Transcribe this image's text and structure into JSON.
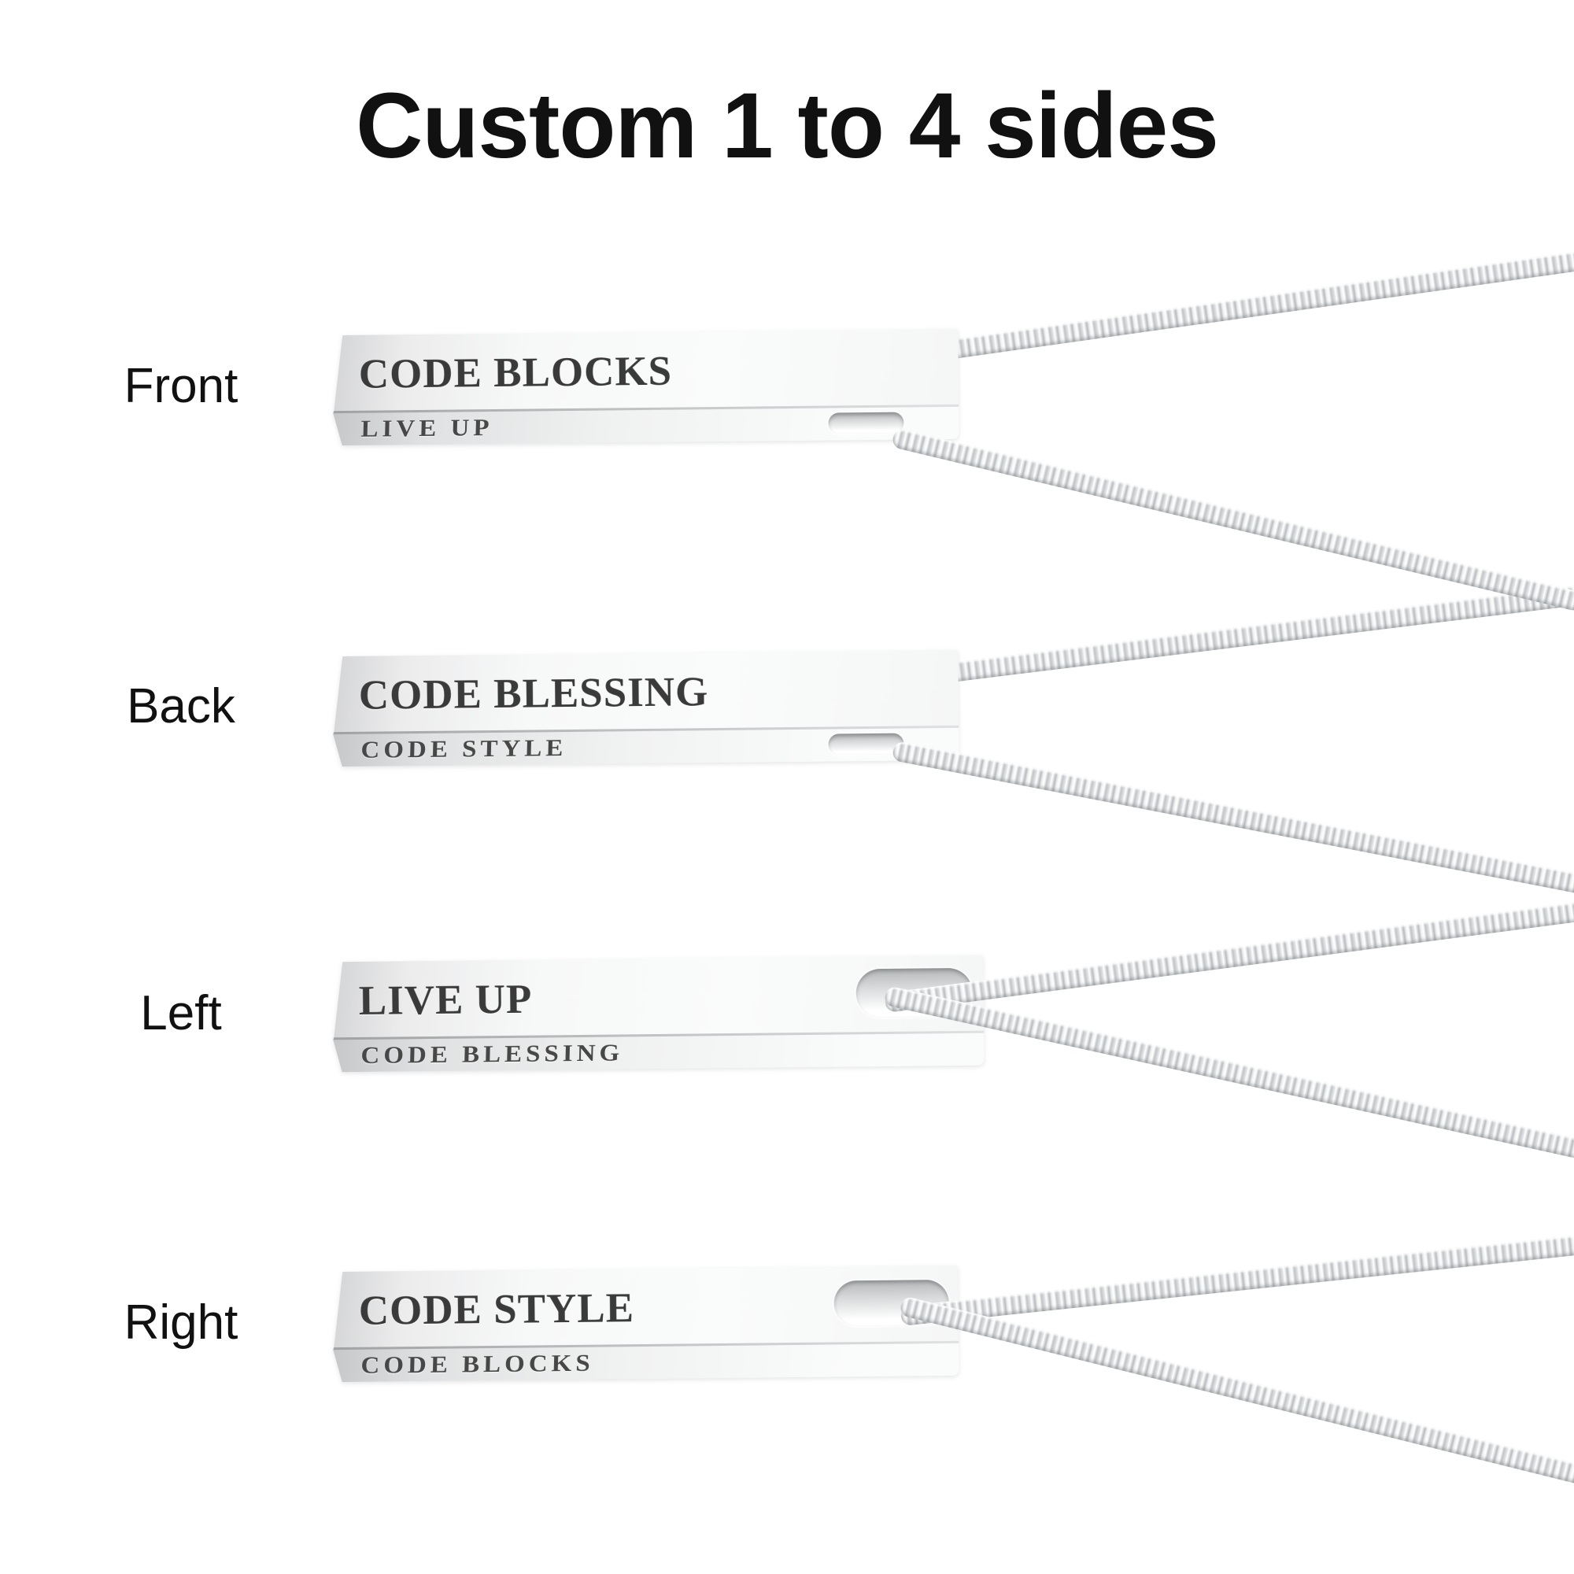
{
  "title": "Custom 1 to 4 sides",
  "rows": [
    {
      "label": "Front",
      "face_text": "CODE BLOCKS",
      "edge_text": "LIVE UP"
    },
    {
      "label": "Back",
      "face_text": "CODE BLESSING",
      "edge_text": "CODE STYLE"
    },
    {
      "label": "Left",
      "face_text": "LIVE UP",
      "edge_text": "CODE BLESSING"
    },
    {
      "label": "Right",
      "face_text": "CODE STYLE",
      "edge_text": "CODE BLOCKS"
    }
  ],
  "colors": {
    "background": "#ffffff",
    "text": "#111111",
    "engraving": "#3a3a3a",
    "metal_light": "#fafbfb",
    "metal_mid": "#e8e9ea",
    "metal_shadow": "#c7c9cb",
    "chain_silver": "#d9dbdd"
  }
}
